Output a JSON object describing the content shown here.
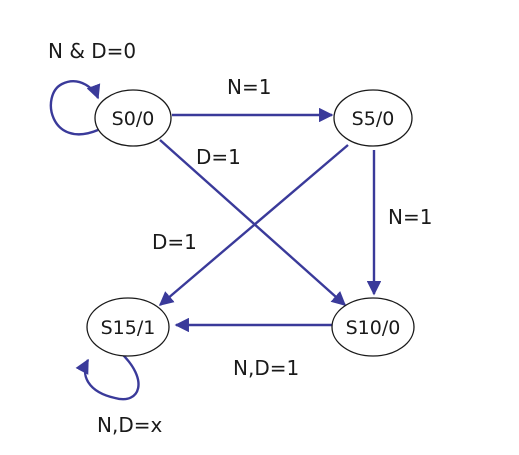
{
  "colors": {
    "edge": "#3a3a9a",
    "node_stroke": "#1a1a1a",
    "text": "#1a1a1a"
  },
  "states": {
    "s0": "S0/0",
    "s5": "S5/0",
    "s10": "S10/0",
    "s15": "S15/1"
  },
  "transitions": {
    "s0_self": "N & D=0",
    "s0_s5": "N=1",
    "s0_s10": "D=1",
    "s5_s15": "D=1",
    "s5_s10": "N=1",
    "s10_s15": "N,D=1",
    "s15_self": "N,D=x"
  }
}
